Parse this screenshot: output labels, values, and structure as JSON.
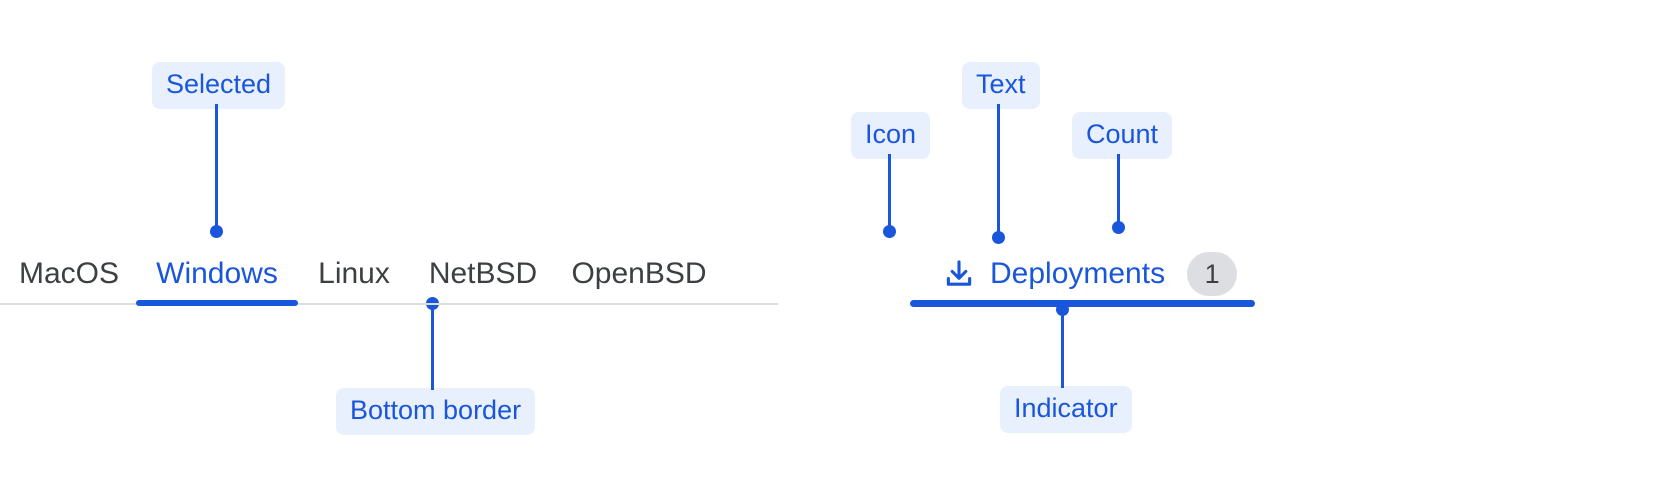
{
  "annotations": {
    "selected": "Selected",
    "bottom_border": "Bottom border",
    "icon": "Icon",
    "text": "Text",
    "count": "Count",
    "indicator": "Indicator"
  },
  "colors": {
    "accent": "#1a56db",
    "callout_bg": "#e8f0fe",
    "tab_text": "#3c4043",
    "border": "#dcdde1",
    "badge_bg": "#dddee1"
  },
  "left_tabs": {
    "items": [
      {
        "label": "MacOS",
        "selected": false
      },
      {
        "label": "Windows",
        "selected": true
      },
      {
        "label": "Linux",
        "selected": false
      },
      {
        "label": "NetBSD",
        "selected": false
      },
      {
        "label": "OpenBSD",
        "selected": false
      }
    ]
  },
  "right_tab": {
    "icon": "download-icon",
    "label": "Deployments",
    "count": "1",
    "selected": true
  }
}
